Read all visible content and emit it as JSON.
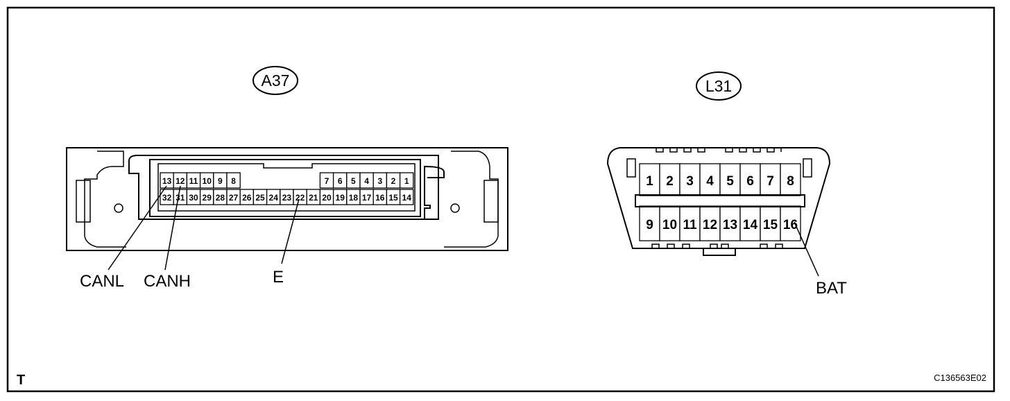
{
  "connector_a37": {
    "id": "A37",
    "pins_top": [
      "13",
      "12",
      "11",
      "10",
      "9",
      "8",
      "",
      "",
      "",
      "",
      "",
      "7",
      "6",
      "5",
      "4",
      "3",
      "2",
      "1"
    ],
    "pins_bottom": [
      "32",
      "31",
      "30",
      "29",
      "28",
      "27",
      "26",
      "25",
      "24",
      "23",
      "22",
      "21",
      "20",
      "19",
      "18",
      "17",
      "16",
      "15",
      "14"
    ],
    "labels": {
      "canl": "CANL",
      "canh": "CANH",
      "e": "E"
    }
  },
  "connector_l31": {
    "id": "L31",
    "pins_top": [
      "1",
      "2",
      "3",
      "4",
      "5",
      "6",
      "7",
      "8"
    ],
    "pins_bottom": [
      "9",
      "10",
      "11",
      "12",
      "13",
      "14",
      "15",
      "16"
    ],
    "labels": {
      "bat": "BAT"
    }
  },
  "footer": {
    "corner_mark": "T",
    "figure_code": "C136563E02"
  },
  "colors": {
    "line": "#000000",
    "background": "#ffffff"
  }
}
